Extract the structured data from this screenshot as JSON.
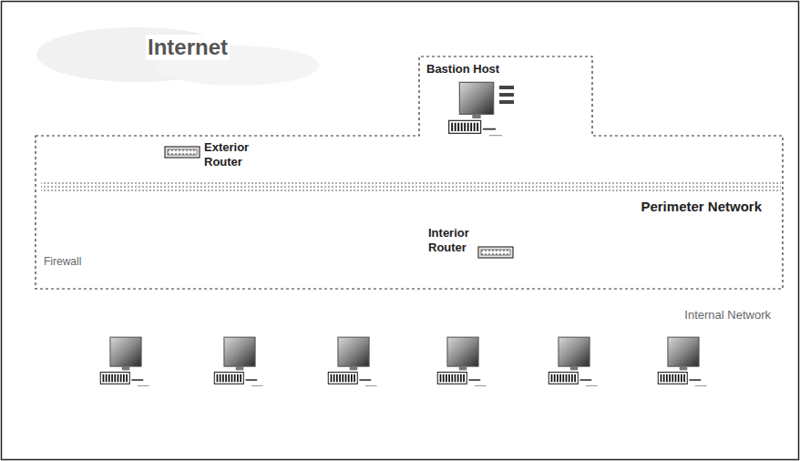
{
  "diagram": {
    "nodes": [
      {
        "text": [
          "Firewall"
        ]
      },
      {
        "text": [
          "Exterior Router"
        ],
        "in": 0
      },
      {
        "text": [
          "Bastion Host"
        ],
        "in": 0
      },
      {
        "text": [
          "Interior Router"
        ],
        "in": 0
      }
    ],
    "labels": [
      "Internet",
      "Perimeter Network",
      "Internal Network"
    ]
  }
}
